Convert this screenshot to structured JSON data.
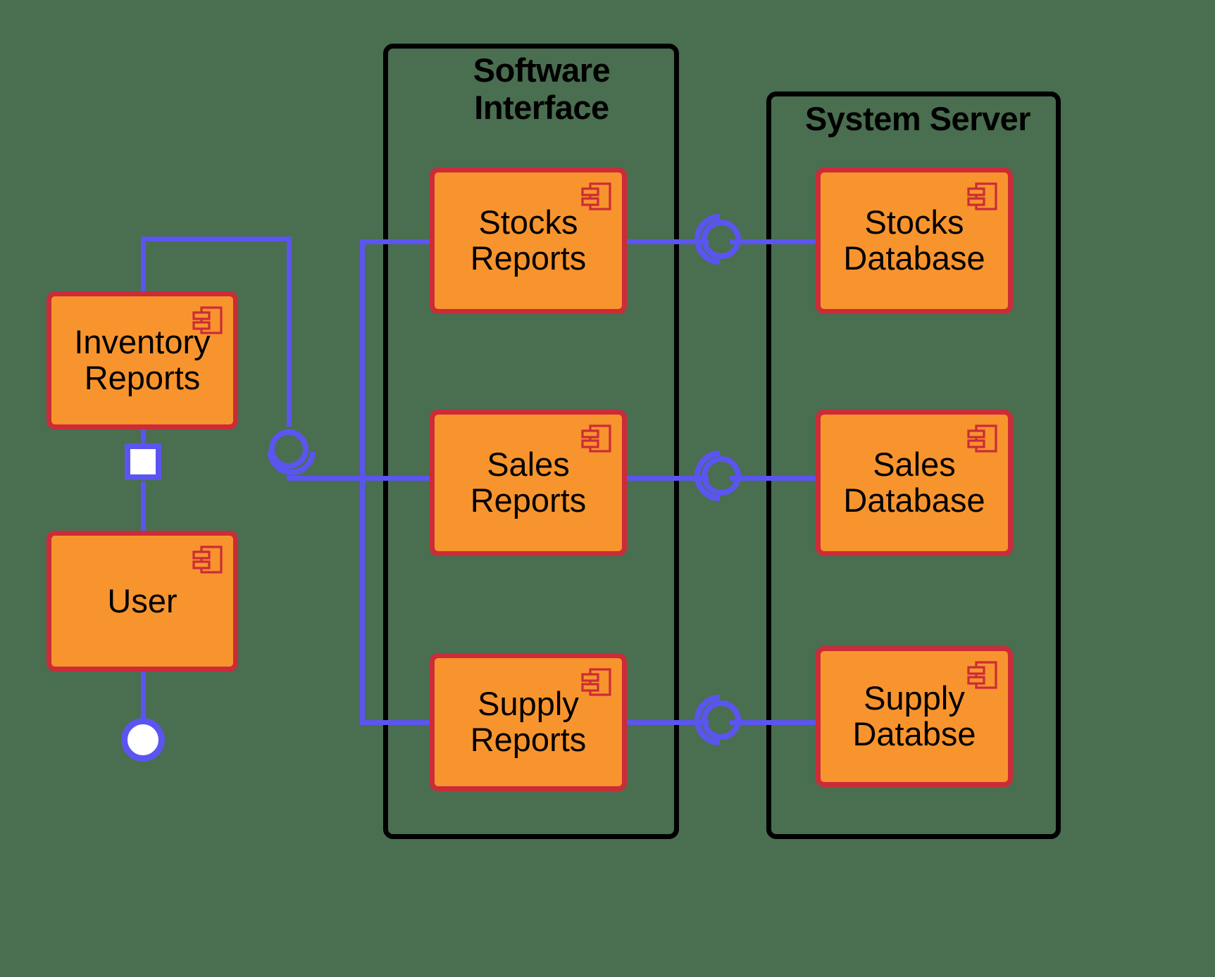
{
  "diagram": {
    "type": "uml-component-diagram",
    "background_color": "#4a6e50",
    "component_fill": "#f7942e",
    "component_border": "#cc2b38",
    "connector_color": "#5b55f0",
    "container_border": "#000000"
  },
  "containers": [
    {
      "id": "software-interface",
      "title": "Software\nInterface"
    },
    {
      "id": "system-server",
      "title": "System Server"
    }
  ],
  "components": [
    {
      "id": "inventory-reports",
      "label": "Inventory\nReports",
      "icon": "uml-component-icon"
    },
    {
      "id": "user",
      "label": "User",
      "icon": "uml-component-icon"
    },
    {
      "id": "stocks-reports",
      "label": "Stocks\nReports",
      "icon": "uml-component-icon"
    },
    {
      "id": "sales-reports",
      "label": "Sales\nReports",
      "icon": "uml-component-icon"
    },
    {
      "id": "supply-reports",
      "label": "Supply\nReports",
      "icon": "uml-component-icon"
    },
    {
      "id": "stocks-database",
      "label": "Stocks\nDatabase",
      "icon": "uml-component-icon"
    },
    {
      "id": "sales-database",
      "label": "Sales\nDatabase",
      "icon": "uml-component-icon"
    },
    {
      "id": "supply-database",
      "label": "Supply\nDatabse",
      "icon": "uml-component-icon"
    }
  ],
  "connectors": [
    {
      "id": "user-port",
      "kind": "port-square"
    },
    {
      "id": "user-provided-interface",
      "kind": "lollipop"
    },
    {
      "id": "inventory-assembly",
      "kind": "ball-and-socket"
    },
    {
      "id": "stocks-assembly",
      "kind": "ball-and-socket"
    },
    {
      "id": "sales-assembly",
      "kind": "ball-and-socket"
    },
    {
      "id": "supply-assembly",
      "kind": "ball-and-socket"
    }
  ]
}
